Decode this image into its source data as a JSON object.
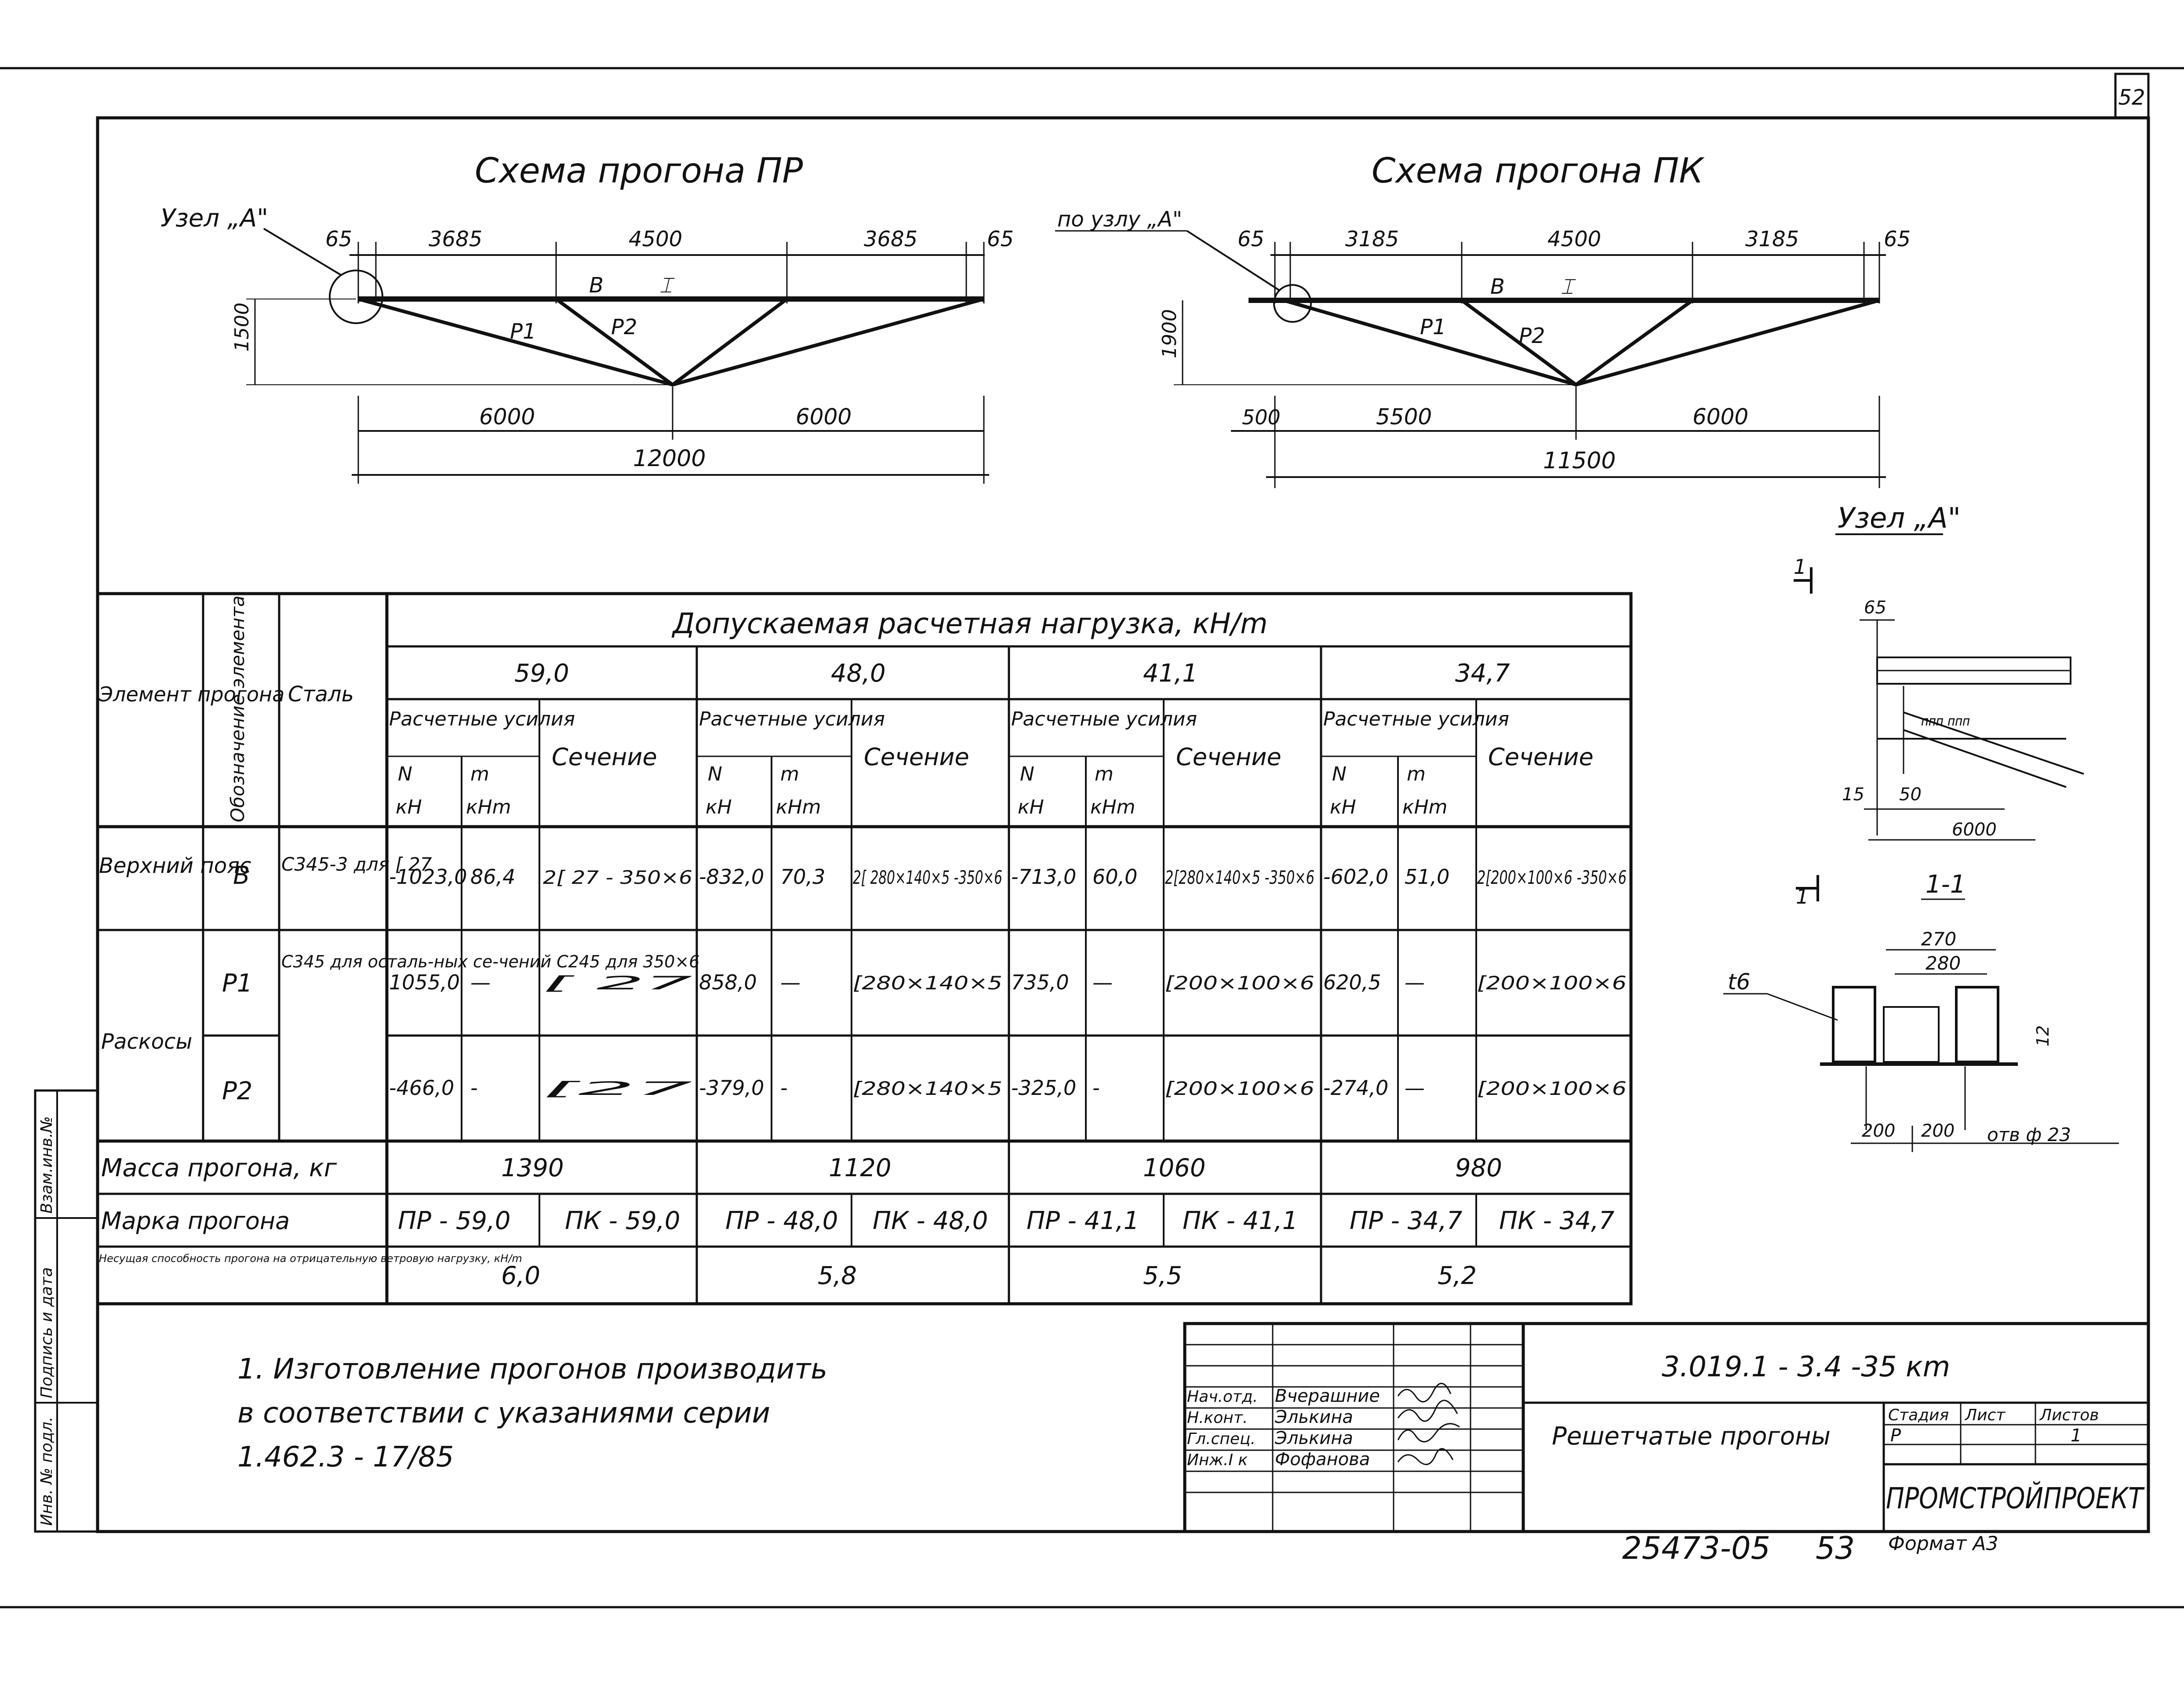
{
  "sheet_number": "52",
  "scheme_pr": {
    "title": "Схема прогона ПР",
    "node_label": "Узел „А\"",
    "dims_top": [
      "65",
      "3685",
      "4500",
      "3685",
      "65"
    ],
    "height": "1500",
    "dims_bottom": [
      "6000",
      "6000"
    ],
    "total": "12000",
    "labels": [
      "В",
      "Р1",
      "Р2"
    ]
  },
  "scheme_pk": {
    "title": "Схема прогона ПК",
    "node_label": "по узлу „А\"",
    "dims_top": [
      "65",
      "3185",
      "4500",
      "3185",
      "65"
    ],
    "height": "1900",
    "dims_bottom": [
      "500",
      "5500",
      "6000"
    ],
    "total": "11500",
    "labels": [
      "В",
      "Р1",
      "Р2"
    ]
  },
  "node_a": {
    "title": "Узел „А\"",
    "cut_mark": "1",
    "dims": [
      "65",
      "15",
      "50",
      "6000"
    ],
    "section_title": "1-1",
    "section_dims": [
      "270",
      "280",
      "12",
      "200",
      "200"
    ],
    "plate": "t6",
    "hole": "отв ф 23"
  },
  "table": {
    "main_header": "Допускаемая расчетная нагрузка, кН/m",
    "col_element": "Элемент прогона",
    "col_designation": "Обозначение элемента",
    "col_steel": "Сталь",
    "loads": [
      "59,0",
      "48,0",
      "41,1",
      "34,7"
    ],
    "forces_label": "Расчетные усилия",
    "section_label": "Сечение",
    "n_label": "N",
    "n_unit": "кН",
    "m_label": "m",
    "m_unit": "кНm",
    "rows": [
      {
        "element": "Верхний пояс",
        "mark": "В",
        "steel": "С345-3 для [ 27",
        "groups": [
          [
            "-1023,0",
            "86,4",
            "2[ 27 - 350×6"
          ],
          [
            "-832,0",
            "70,3",
            "2[ 280×140×5 -350×6"
          ],
          [
            "-713,0",
            "60,0",
            "2[280×140×5 -350×6"
          ],
          [
            "-602,0",
            "51,0",
            "2[200×100×6 -350×6"
          ]
        ]
      },
      {
        "element": "Раскосы",
        "mark": "Р1",
        "steel": "С345 для осталь-ных се-чений С245 для 350×6",
        "groups": [
          [
            "1055,0",
            "—",
            "[ 27"
          ],
          [
            "858,0",
            "—",
            "[280×140×5"
          ],
          [
            "735,0",
            "—",
            "[200×100×6"
          ],
          [
            "620,5",
            "—",
            "[200×100×6"
          ]
        ]
      },
      {
        "element": "",
        "mark": "Р2",
        "steel": "",
        "groups": [
          [
            "-466,0",
            "-",
            "[27"
          ],
          [
            "-379,0",
            "-",
            "[280×140×5"
          ],
          [
            "-325,0",
            "-",
            "[200×100×6"
          ],
          [
            "-274,0",
            "—",
            "[200×100×6"
          ]
        ]
      }
    ],
    "mass_label": "Масса прогона, кг",
    "mass_values": [
      "1390",
      "1120",
      "1060",
      "980"
    ],
    "mark_label": "Марка прогона",
    "marks": [
      "ПР - 59,0",
      "ПК - 59,0",
      "ПР - 48,0",
      "ПК - 48,0",
      "ПР - 41,1",
      "ПК - 41,1",
      "ПР - 34,7",
      "ПК - 34,7"
    ],
    "capacity_label": "Несущая способность прогона на отрицательную ветровую нагрузку, кН/m",
    "capacity_values": [
      "6,0",
      "5,8",
      "5,5",
      "5,2"
    ]
  },
  "notes": [
    "1. Изготовление прогонов производить",
    "в соответствии с указаниями серии",
    "1.462.3 - 17/85"
  ],
  "side_stamp": [
    "Инв. № подл.",
    "Подпись и дата",
    "Взам.инв.№"
  ],
  "title_block": {
    "code": "3.019.1 - 3.4 -35 кm",
    "roles": [
      "Нач.отд.",
      "Н.конт.",
      "Гл.спец.",
      "Инж.I к"
    ],
    "names": [
      "Вчерашние",
      "Элькина",
      "Элькина",
      "Фофанова"
    ],
    "name": "Решетчатые прогоны",
    "stage_label": "Стадия",
    "sheet_label": "Лист",
    "sheets_label": "Листов",
    "stage": "Р",
    "sheets": "1",
    "org": "ПРОМСТРОЙПРОЕКТ"
  },
  "footer": {
    "number": "25473-05",
    "page": "53",
    "format": "Формат А3"
  }
}
